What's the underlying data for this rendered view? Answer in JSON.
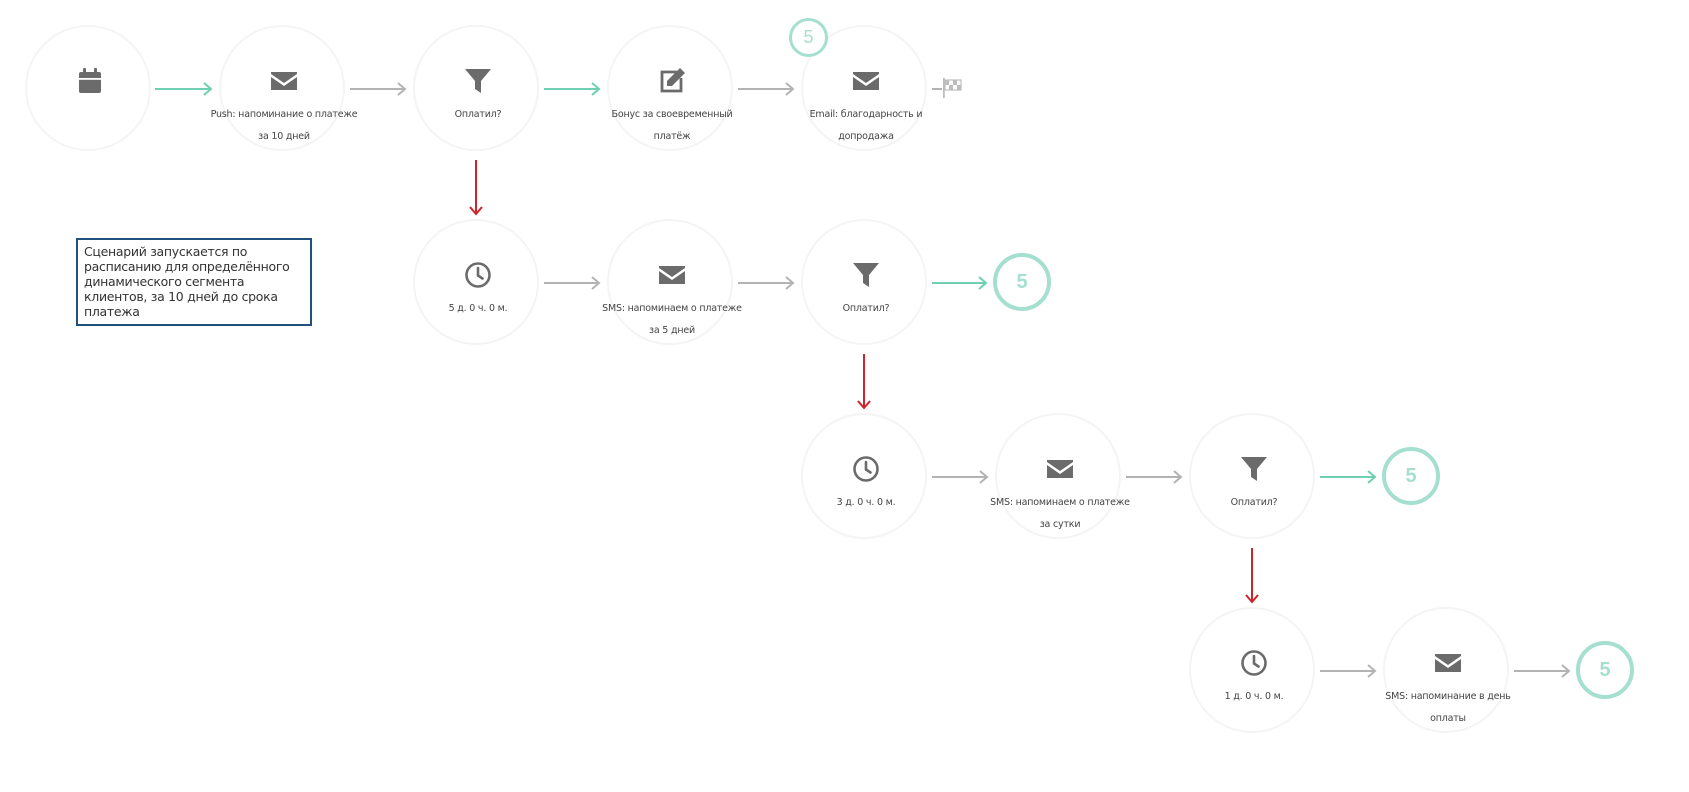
{
  "colors": {
    "node_border": "#f4f4f4",
    "icon": "#6b6b6b",
    "arrow_success": "#6fcfb2",
    "arrow_default": "#b3b3b3",
    "arrow_negative": "#d0242b",
    "exit": "#a5dfcf",
    "note_border": "#21517d"
  },
  "scenario": {
    "start": {
      "icon": "calendar-icon",
      "label": ""
    },
    "row1": {
      "push": {
        "icon": "envelope-icon",
        "label": "Push: напоминание о платеже за 10 дней"
      },
      "filter": {
        "icon": "filter-icon",
        "label": "Оплатил?"
      },
      "bonus": {
        "icon": "edit-icon",
        "label": "Бонус за своевременный платёж"
      },
      "email": {
        "icon": "envelope-icon",
        "label": "Email: благодарность и допродажа"
      },
      "badge": "5",
      "finish_icon": "checkered-flag-icon"
    },
    "row2": {
      "wait": {
        "icon": "clock-icon",
        "label": "5 д. 0 ч. 0 м."
      },
      "sms": {
        "icon": "envelope-icon",
        "label": "SMS: напоминаем о платеже за 5 дней"
      },
      "filter": {
        "icon": "filter-icon",
        "label": "Оплатил?"
      },
      "exit": "5"
    },
    "row3": {
      "wait": {
        "icon": "clock-icon",
        "label": "3 д. 0 ч. 0 м."
      },
      "sms": {
        "icon": "envelope-icon",
        "label": "SMS: напоминаем о платеже за сутки"
      },
      "filter": {
        "icon": "filter-icon",
        "label": "Оплатил?"
      },
      "exit": "5"
    },
    "row4": {
      "wait": {
        "icon": "clock-icon",
        "label": "1 д. 0 ч. 0 м."
      },
      "sms": {
        "icon": "envelope-icon",
        "label": "SMS: напоминание в день оплаты"
      },
      "exit": "5"
    }
  },
  "note": {
    "text": "Сценарий запускается по расписанию для определённого динамического сегмента клиентов, за 10 дней до срока платежа"
  }
}
